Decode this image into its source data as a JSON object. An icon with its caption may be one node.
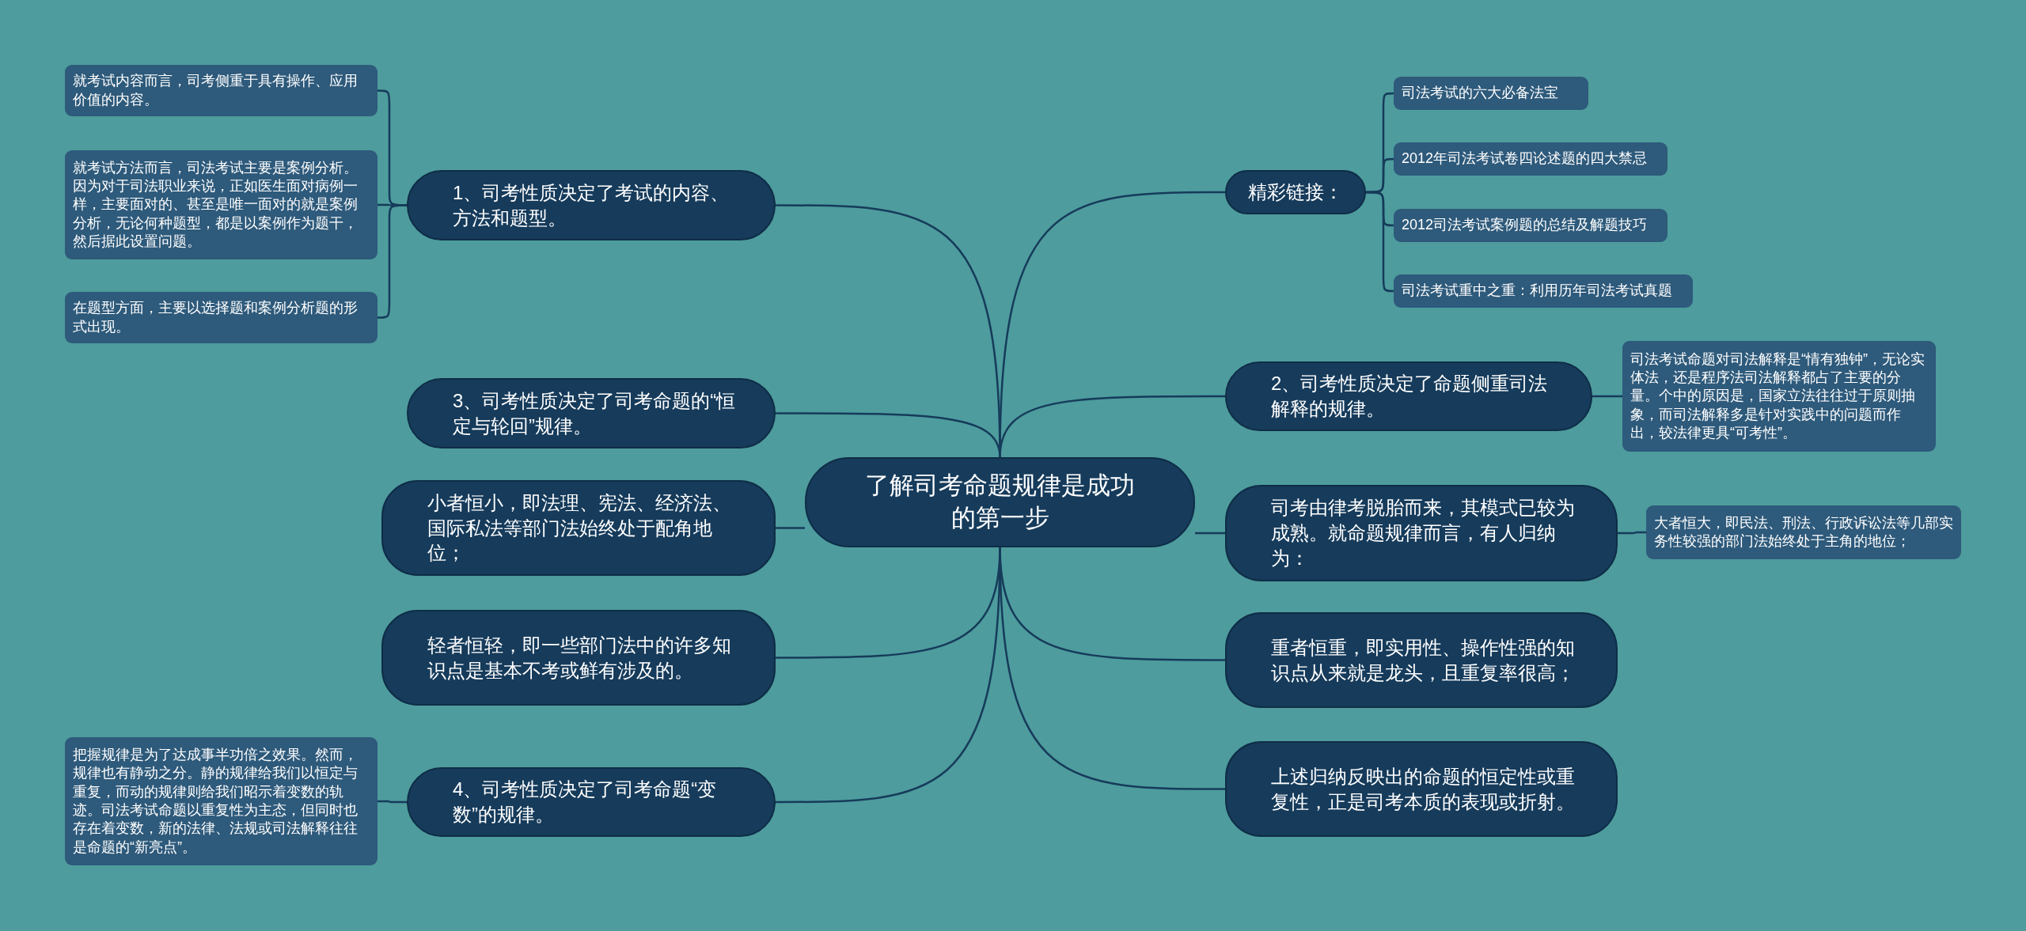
{
  "diagram": {
    "nodes": [
      {
        "text": [
          "了解司考命题规律是成功的第一步"
        ]
      },
      {
        "text": [
          "1、司考性质决定了考试的内容、方法和题型。"
        ]
      },
      {
        "text": [
          "就考试内容而言，司考侧重于具有操作、应用价值的内容。"
        ]
      },
      {
        "text": [
          "就考试方法而言，司法考试主要是案例分析。因为对于司法职业来说，正如医生面对病例一样，主要面对的、甚至是唯一面对的就是案例分析，无论何种题型，都是以案例作为题干，然后据此设置问题。"
        ]
      },
      {
        "text": [
          "在题型方面，主要以选择题和案例分析题的形式出现。"
        ]
      },
      {
        "text": [
          "3、司考性质决定了司考命题的“恒定与轮回”规律。"
        ]
      },
      {
        "text": [
          "小者恒小，即法理、宪法、经济法、国际私法等部门法始终处于配角地位；"
        ]
      },
      {
        "text": [
          "轻者恒轻，即一些部门法中的许多知识点是基本不考或鲜有涉及的。"
        ]
      },
      {
        "text": [
          "4、司考性质决定了司考命题“变数”的规律。"
        ]
      },
      {
        "text": [
          "把握规律是为了达成事半功倍之效果。然而，规律也有静动之分。静的规律给我们以恒定与重复，而动的规律则给我们昭示着变数的轨迹。司法考试命题以重复性为主态，但同时也存在着变数，新的法律、法规或司法解释往往是命题的“新亮点”。"
        ]
      },
      {
        "text": [
          "精彩链接："
        ]
      },
      {
        "text": [
          "司法考试的六大必备法宝"
        ]
      },
      {
        "text": [
          "2012年司法考试卷四论述题的四大禁忌"
        ]
      },
      {
        "text": [
          "2012司法考试案例题的总结及解题技巧"
        ]
      },
      {
        "text": [
          "司法考试重中之重：利用历年司法考试真题"
        ]
      },
      {
        "text": [
          "2、司考性质决定了命题侧重司法解释的规律。"
        ]
      },
      {
        "text": [
          "司法考试命题对司法解释是“情有独钟”，无论实体法，还是程序法司法解释都占了主要的分量。个中的原因是，国家立法往往过于原则抽象，而司法解释多是针对实践中的问题而作出，较法律更具“可考性”。"
        ]
      },
      {
        "text": [
          "司考由律考脱胎而来，其模式已较为成熟。就命题规律而言，有人归纳为："
        ]
      },
      {
        "text": [
          "大者恒大，即民法、刑法、行政诉讼法等几部实务性较强的部门法始终处于主角的地位；"
        ]
      },
      {
        "text": [
          "重者恒重，即实用性、操作性强的知识点从来就是龙头，且重复率很高；"
        ]
      },
      {
        "text": [
          "上述归纳反映出的命题的恒定性或重复性，正是司考本质的表现或折射。"
        ]
      }
    ],
    "edges": [
      {
        "from": 0,
        "to": 1,
        "arrow": "none"
      },
      {
        "from": 1,
        "to": 2,
        "arrow": "none"
      },
      {
        "from": 1,
        "to": 3,
        "arrow": "none"
      },
      {
        "from": 1,
        "to": 4,
        "arrow": "none"
      },
      {
        "from": 0,
        "to": 5,
        "arrow": "none"
      },
      {
        "from": 0,
        "to": 6,
        "arrow": "none"
      },
      {
        "from": 0,
        "to": 7,
        "arrow": "none"
      },
      {
        "from": 0,
        "to": 8,
        "arrow": "none"
      },
      {
        "from": 8,
        "to": 9,
        "arrow": "none"
      },
      {
        "from": 0,
        "to": 10,
        "arrow": "none"
      },
      {
        "from": 10,
        "to": 11,
        "arrow": "none"
      },
      {
        "from": 10,
        "to": 12,
        "arrow": "none"
      },
      {
        "from": 10,
        "to": 13,
        "arrow": "none"
      },
      {
        "from": 10,
        "to": 14,
        "arrow": "none"
      },
      {
        "from": 0,
        "to": 15,
        "arrow": "none"
      },
      {
        "from": 15,
        "to": 16,
        "arrow": "none"
      },
      {
        "from": 0,
        "to": 17,
        "arrow": "none"
      },
      {
        "from": 17,
        "to": 18,
        "arrow": "none"
      },
      {
        "from": 0,
        "to": 19,
        "arrow": "none"
      },
      {
        "from": 0,
        "to": 20,
        "arrow": "none"
      }
    ]
  }
}
